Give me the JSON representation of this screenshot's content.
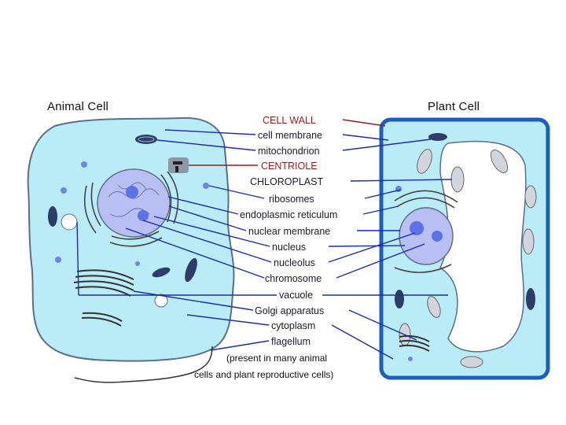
{
  "titles": {
    "animal": "Animal Cell",
    "plant": "Plant Cell"
  },
  "labels": {
    "cell_wall": "CELL WALL",
    "cell_membrane": "cell membrane",
    "mitochondrion": "mitochondrion",
    "centriole": "CENTRIOLE",
    "chloroplast": "CHLOROPLAST",
    "ribosomes": "ribosomes",
    "endoplasmic_reticulum": "endoplasmic reticulum",
    "nuclear_membrane": "nuclear membrane",
    "nucleus": "nucleus",
    "nucleolus": "nucleolus",
    "chromosome": "chromosome",
    "vacuole": "vacuole",
    "golgi": "Golgi apparatus",
    "cytoplasm": "cytoplasm",
    "flagellum": "flagellum"
  },
  "note": {
    "line1": "(present  in many animal",
    "line2": "cells and plant reproductive cells)"
  },
  "colors": {
    "cytoplasm_fill": "#b9ecf7",
    "membrane_stroke": "#5a6f8a",
    "nucleus_fill": "#b8bff2",
    "nucleolus_fill": "#5b73e6",
    "cell_wall": "#1d5fbf",
    "vacuole_fill": "#ffffff",
    "red_label": "#9b1c1c",
    "blue_line": "#1a2db3"
  }
}
